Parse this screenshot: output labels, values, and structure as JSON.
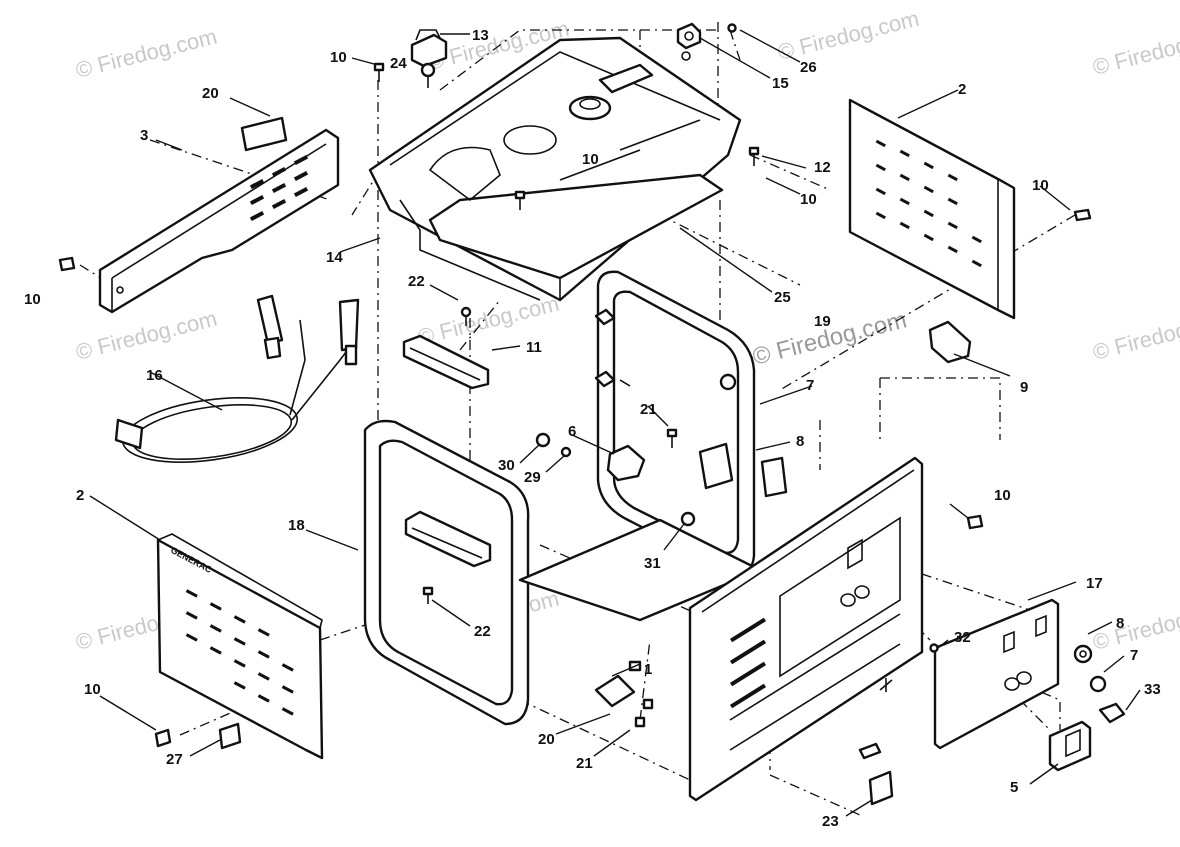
{
  "watermark": "© Firedog.com",
  "diagram_text": {
    "panel_brand": "GENERAC"
  },
  "callouts": {
    "c1": "1",
    "c2a": "2",
    "c2b": "2",
    "c3": "3",
    "c5": "5",
    "c6": "6",
    "c7a": "7",
    "c7b": "7",
    "c8a": "8",
    "c8b": "8",
    "c9": "9",
    "c10a": "10",
    "c10b": "10",
    "c10c": "10",
    "c10d": "10",
    "c10e": "10",
    "c10f": "10",
    "c10g": "10",
    "c11": "11",
    "c12": "12",
    "c13": "13",
    "c14": "14",
    "c15": "15",
    "c16": "16",
    "c17": "17",
    "c18": "18",
    "c19": "19",
    "c20a": "20",
    "c20b": "20",
    "c21a": "21",
    "c21b": "21",
    "c22a": "22",
    "c22b": "22",
    "c23": "23",
    "c24": "24",
    "c25": "25",
    "c26": "26",
    "c27": "27",
    "c29": "29",
    "c30": "30",
    "c31": "31",
    "c32": "32",
    "c33": "33"
  }
}
